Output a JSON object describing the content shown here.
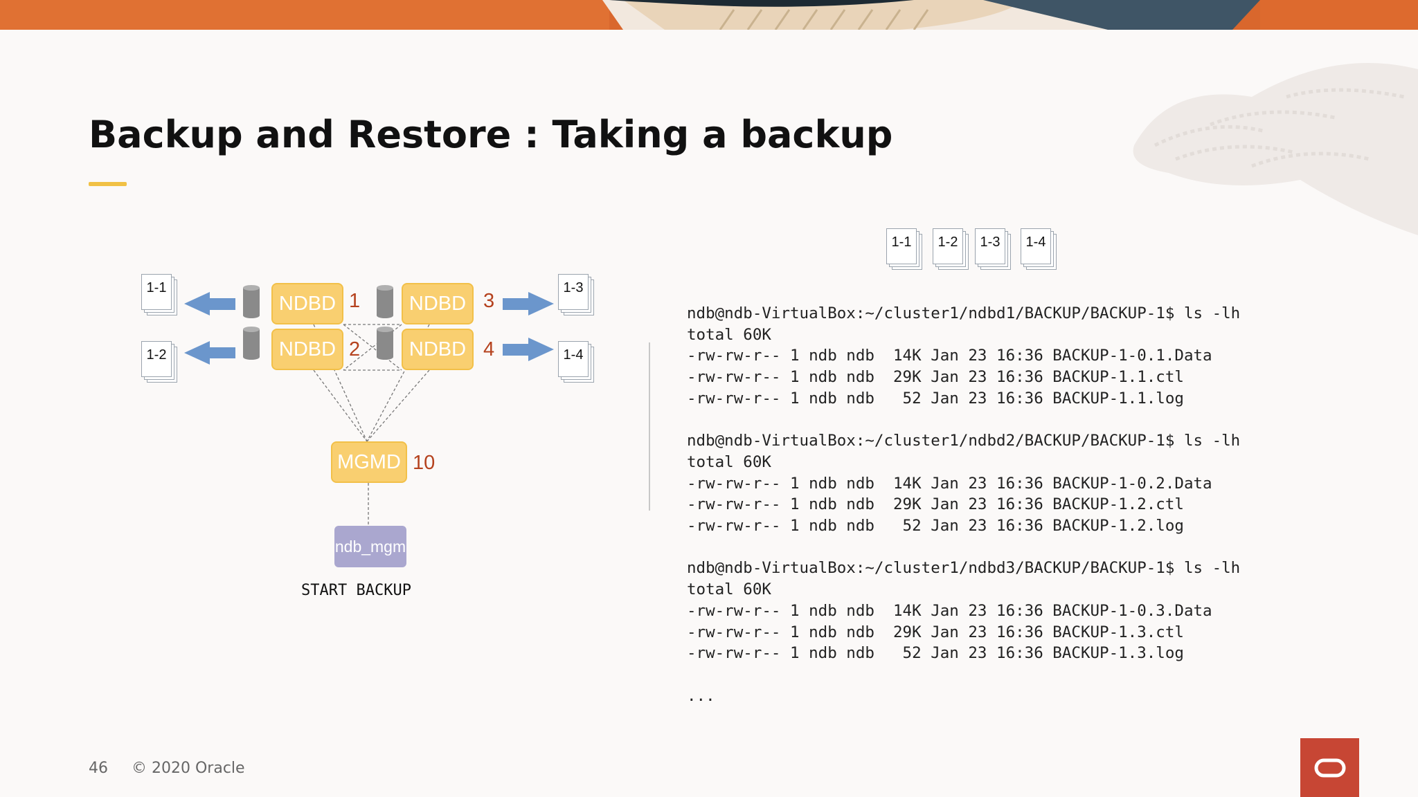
{
  "slide": {
    "title": "Backup and Restore : Taking a backup",
    "page_number": "46",
    "copyright": "© 2020 Oracle"
  },
  "colors": {
    "accent": "#f1c145",
    "node_fill": "#f9cf70",
    "node_id": "#b5421e",
    "client_fill": "#aaa7cf",
    "arrow": "#6b96cc",
    "oracle_red": "#c74634"
  },
  "diagram": {
    "data_nodes": [
      {
        "label": "NDBD",
        "id": "1"
      },
      {
        "label": "NDBD",
        "id": "2"
      },
      {
        "label": "NDBD",
        "id": "3"
      },
      {
        "label": "NDBD",
        "id": "4"
      }
    ],
    "mgm_node": {
      "label": "MGMD",
      "id": "10"
    },
    "client": {
      "label": "ndb_mgm"
    },
    "command": "START BACKUP",
    "backup_files": [
      "1-1",
      "1-2",
      "1-3",
      "1-4"
    ],
    "header_files": [
      "1-1",
      "1-2",
      "1-3",
      "1-4"
    ]
  },
  "terminal": {
    "output": "ndb@ndb-VirtualBox:~/cluster1/ndbd1/BACKUP/BACKUP-1$ ls -lh\ntotal 60K\n-rw-rw-r-- 1 ndb ndb  14K Jan 23 16:36 BACKUP-1-0.1.Data\n-rw-rw-r-- 1 ndb ndb  29K Jan 23 16:36 BACKUP-1.1.ctl\n-rw-rw-r-- 1 ndb ndb   52 Jan 23 16:36 BACKUP-1.1.log\n\nndb@ndb-VirtualBox:~/cluster1/ndbd2/BACKUP/BACKUP-1$ ls -lh\ntotal 60K\n-rw-rw-r-- 1 ndb ndb  14K Jan 23 16:36 BACKUP-1-0.2.Data\n-rw-rw-r-- 1 ndb ndb  29K Jan 23 16:36 BACKUP-1.2.ctl\n-rw-rw-r-- 1 ndb ndb   52 Jan 23 16:36 BACKUP-1.2.log\n\nndb@ndb-VirtualBox:~/cluster1/ndbd3/BACKUP/BACKUP-1$ ls -lh\ntotal 60K\n-rw-rw-r-- 1 ndb ndb  14K Jan 23 16:36 BACKUP-1-0.3.Data\n-rw-rw-r-- 1 ndb ndb  29K Jan 23 16:36 BACKUP-1.3.ctl\n-rw-rw-r-- 1 ndb ndb   52 Jan 23 16:36 BACKUP-1.3.log\n\n..."
  }
}
